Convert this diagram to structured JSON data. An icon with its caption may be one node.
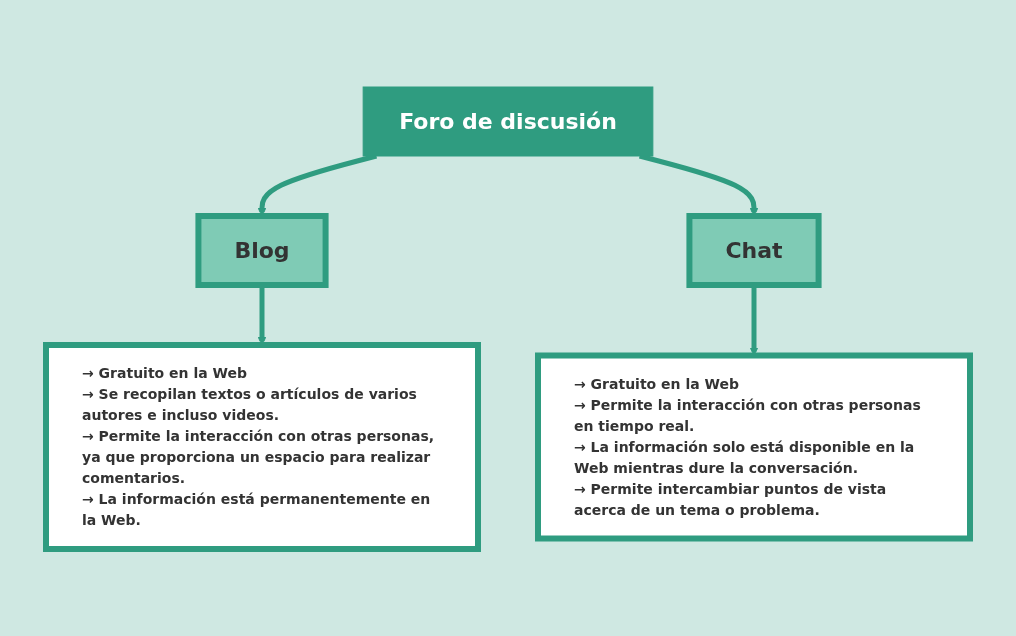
{
  "diagram": {
    "nodes": [
      {
        "text": [
          "Foro de discusión"
        ]
      },
      {
        "text": [
          "Blog"
        ]
      },
      {
        "text": [
          "Chat"
        ]
      },
      {
        "text": [
          "→ Gratuito en la Web",
          "→ Se recopilan textos o artículos de varios autores e incluso videos.",
          "→ Permite la interacción con otras personas, ya que proporciona un espacio para realizar comentarios.",
          "→ La información está permanentemente en la Web."
        ]
      },
      {
        "text": [
          "→ Gratuito en la Web",
          "→ Permite la interacción con otras personas en tiempo real.",
          "→ La información solo está disponible en la Web mientras dure la conversación.",
          "→ Permite intercambiar puntos de vista acerca de un tema o problema."
        ]
      }
    ],
    "edges": [
      {
        "from": 0,
        "to": 1,
        "arrow": "to"
      },
      {
        "from": 0,
        "to": 2,
        "arrow": "to"
      },
      {
        "from": 1,
        "to": 3,
        "arrow": "to"
      },
      {
        "from": 2,
        "to": 4,
        "arrow": "to"
      }
    ]
  }
}
